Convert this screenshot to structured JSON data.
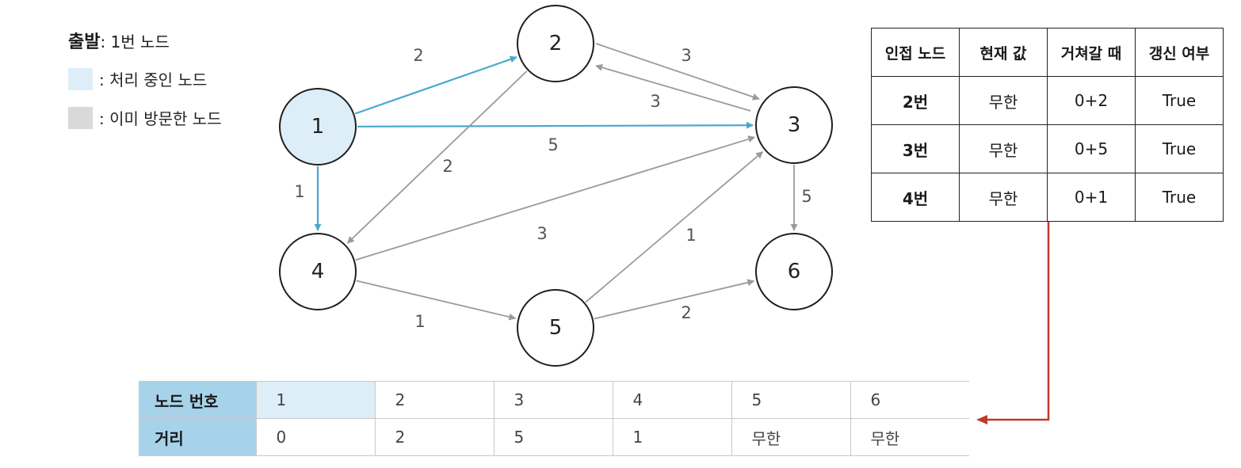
{
  "legend": {
    "start_title": "출발",
    "start_value": ": 1번 노드",
    "processing_label": ": 처리 중인 노드",
    "visited_label": ": 이미 방문한 노드",
    "processing_color": "#deeef9",
    "visited_color": "#d9d9d9"
  },
  "graph": {
    "nodes": [
      {
        "id": "1",
        "state": "processing"
      },
      {
        "id": "2",
        "state": "unvisited"
      },
      {
        "id": "3",
        "state": "unvisited"
      },
      {
        "id": "4",
        "state": "unvisited"
      },
      {
        "id": "5",
        "state": "unvisited"
      },
      {
        "id": "6",
        "state": "unvisited"
      }
    ],
    "edges": [
      {
        "from": "1",
        "to": "2",
        "weight": "2",
        "active": true
      },
      {
        "from": "1",
        "to": "3",
        "weight": "5",
        "active": true
      },
      {
        "from": "1",
        "to": "4",
        "weight": "1",
        "active": true
      },
      {
        "from": "2",
        "to": "3",
        "weight": "3",
        "active": false
      },
      {
        "from": "3",
        "to": "2",
        "weight": "3",
        "active": false
      },
      {
        "from": "2",
        "to": "4",
        "weight": "2",
        "active": false
      },
      {
        "from": "3",
        "to": "6",
        "weight": "5",
        "active": false
      },
      {
        "from": "4",
        "to": "3",
        "weight": "3",
        "active": false
      },
      {
        "from": "4",
        "to": "5",
        "weight": "1",
        "active": false
      },
      {
        "from": "5",
        "to": "3",
        "weight": "1",
        "active": false
      },
      {
        "from": "5",
        "to": "6",
        "weight": "2",
        "active": false
      }
    ],
    "active_color": "#4aa8cf",
    "inactive_color": "#9a9a9a"
  },
  "adjacency_table": {
    "headers": [
      "인접 노드",
      "현재 값",
      "거쳐갈 때",
      "갱신 여부"
    ],
    "rows": [
      [
        "2번",
        "무한",
        "0+2",
        "True"
      ],
      [
        "3번",
        "무한",
        "0+5",
        "True"
      ],
      [
        "4번",
        "무한",
        "0+1",
        "True"
      ]
    ]
  },
  "distance_table": {
    "row_headers": [
      "노드 번호",
      "거리"
    ],
    "node_numbers": [
      "1",
      "2",
      "3",
      "4",
      "5",
      "6"
    ],
    "distances": [
      "0",
      "2",
      "5",
      "1",
      "무한",
      "무한"
    ],
    "current_node_index": 0,
    "header_color": "#a7d3ea"
  },
  "connector_color": "#c0392b"
}
